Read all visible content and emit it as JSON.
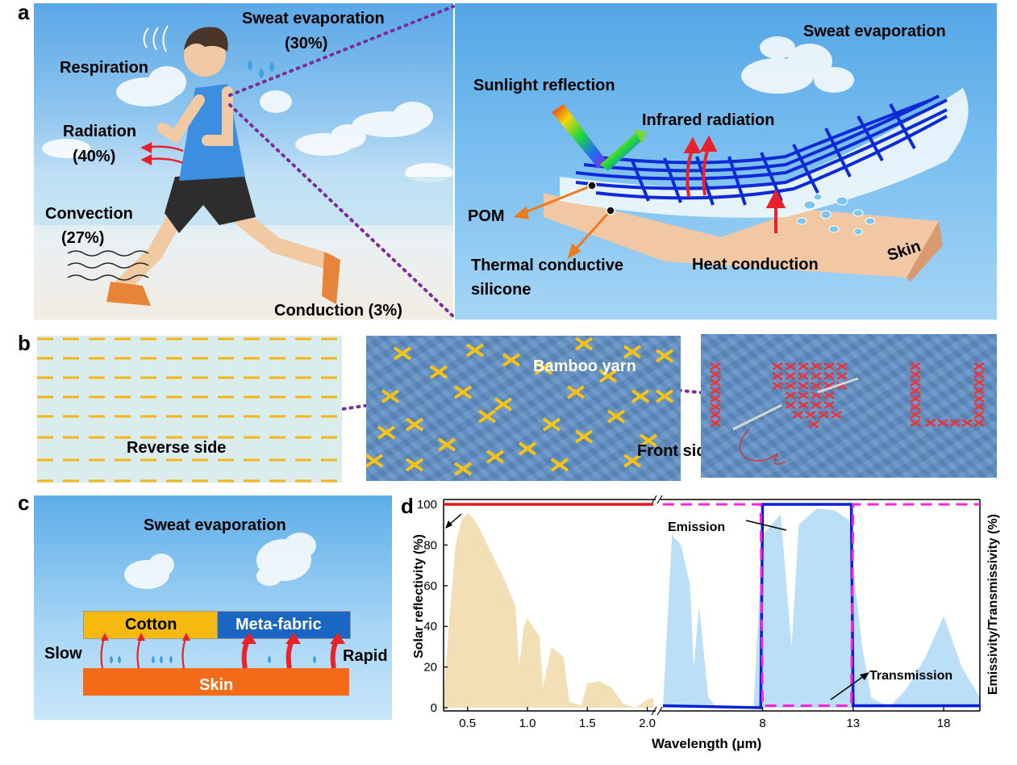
{
  "panels": {
    "a": {
      "letter": "a",
      "labels": {
        "sweat_left": "Sweat evaporation",
        "sweat_left_pct": "(30%)",
        "respiration": "Respiration",
        "radiation": "Radiation",
        "radiation_pct": "(40%)",
        "convection": "Convection",
        "convection_pct": "(27%)",
        "conduction": "Conduction (3%)",
        "sweat_right": "Sweat evaporation",
        "sunlight": "Sunlight reflection",
        "infrared": "Infrared radiation",
        "pom": "POM",
        "thermal_1": "Thermal conductive",
        "thermal_2": "silicone",
        "heat": "Heat conduction",
        "skin": "Skin"
      }
    },
    "b": {
      "letter": "b",
      "labels": {
        "reverse": "Reverse side",
        "bamboo": "Bamboo yarn",
        "front": "Front side"
      }
    },
    "c": {
      "letter": "c",
      "labels": {
        "sweat": "Sweat evaporation",
        "cotton": "Cotton",
        "meta": "Meta-fabric",
        "slow": "Slow",
        "rapid": "Rapid",
        "skin": "Skin"
      },
      "colors": {
        "cotton": "#f5b90f",
        "meta": "#1a66c2",
        "skin": "#f56a16",
        "slow": "#e8222a",
        "rapid": "#1c2ee0"
      }
    },
    "d": {
      "letter": "d",
      "annotations": {
        "emission": "Emission",
        "transmission": "Transmission"
      }
    }
  },
  "chart_data": {
    "type": "line",
    "xlabel": "Wavelength (μm)",
    "ylabel_left": "Solar reflectivity (%)",
    "ylabel_right": "Emissivity/Transmissivity (%)",
    "segments": [
      {
        "x_ticks": [
          "0.5",
          "1.0",
          "1.5",
          "2.0"
        ],
        "xlim": [
          0.3,
          2.05
        ]
      },
      {
        "x_ticks": [
          "8",
          "13",
          "18"
        ],
        "xlim": [
          2.5,
          20
        ]
      }
    ],
    "ylim": [
      0,
      100
    ],
    "y_ticks": [
      "0",
      "20",
      "40",
      "60",
      "80",
      "100"
    ],
    "series": [
      {
        "color": "#e31a1c",
        "segment": 0,
        "x": [
          0.3,
          2.05
        ],
        "y": [
          100,
          100
        ]
      },
      {
        "name": "Emission",
        "color": "#0a1fd6",
        "segment": 1,
        "x": [
          2.5,
          7.9,
          8.0,
          12.9,
          13.0,
          20
        ],
        "y": [
          1,
          0,
          100,
          100,
          1,
          1
        ]
      },
      {
        "name": "Transmission",
        "color": "#ff24d3",
        "dashed": true,
        "segment": 1,
        "x": [
          2.5,
          7.9,
          8.0,
          12.9,
          13.0,
          20
        ],
        "y": [
          100,
          100,
          1,
          1,
          100,
          100
        ]
      }
    ],
    "solar_spectrum": {
      "x": [
        0.3,
        0.35,
        0.4,
        0.45,
        0.5,
        0.55,
        0.6,
        0.7,
        0.8,
        0.9,
        0.93,
        0.97,
        1.0,
        1.1,
        1.13,
        1.2,
        1.3,
        1.35,
        1.45,
        1.5,
        1.6,
        1.7,
        1.8,
        1.9,
        2.0,
        2.05
      ],
      "y": [
        5,
        45,
        80,
        92,
        96,
        93,
        88,
        76,
        64,
        50,
        20,
        40,
        44,
        35,
        10,
        30,
        25,
        3,
        1,
        12,
        13,
        10,
        2,
        0,
        4,
        5
      ]
    },
    "atmospheric_window": {
      "x": [
        2.5,
        3.0,
        3.5,
        4.0,
        4.2,
        4.5,
        5.0,
        5.5,
        6.0,
        7.5,
        8.0,
        8.5,
        9.0,
        9.6,
        10.0,
        11.0,
        12.0,
        12.8,
        13.0,
        13.5,
        14.0,
        15.0,
        16.0,
        17.0,
        18.0,
        19.0,
        20.0
      ],
      "y": [
        0,
        85,
        80,
        60,
        20,
        50,
        5,
        0,
        0,
        0,
        85,
        90,
        95,
        30,
        90,
        98,
        97,
        92,
        70,
        30,
        5,
        0,
        10,
        25,
        45,
        20,
        5
      ]
    }
  }
}
